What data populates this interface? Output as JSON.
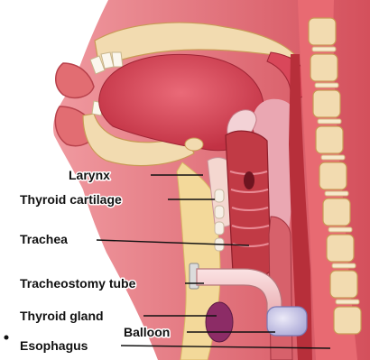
{
  "figure": {
    "kind": "anatomical illustration",
    "subject": "head and neck sagittal section with tracheostomy tube",
    "labels": [
      {
        "id": "larynx",
        "text": "Larynx"
      },
      {
        "id": "thyroid-cartilage",
        "text": "Thyroid cartilage"
      },
      {
        "id": "trachea",
        "text": "Trachea"
      },
      {
        "id": "tracheostomy-tube",
        "text": "Tracheostomy tube"
      },
      {
        "id": "thyroid-gland",
        "text": "Thyroid gland"
      },
      {
        "id": "balloon",
        "text": "Balloon"
      },
      {
        "id": "esophagus",
        "text": "Esophagus"
      }
    ]
  },
  "colors": {
    "soft_tissue": "#e05a63",
    "dark_tissue": "#b72f3a",
    "tongue": "#d9475a",
    "trachea": "#c13a45",
    "bone": "#f2dbb0",
    "fat": "#f3d99a",
    "teeth": "#fbf7ee",
    "tube": "#f4c6c8",
    "balloon": "#c6c6e8",
    "thyroid_gland": "#8c2c66",
    "background": "#ffffff"
  }
}
